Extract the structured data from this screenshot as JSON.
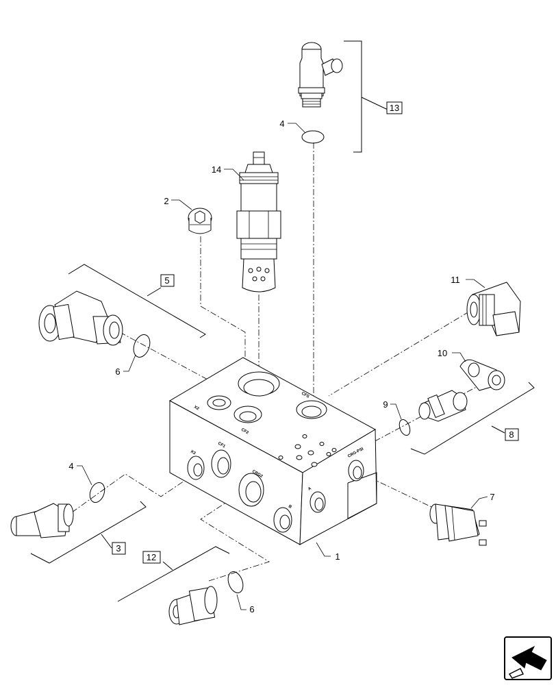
{
  "callouts": {
    "c1": "1",
    "c2": "2",
    "c3": "3",
    "c4a": "4",
    "c4b": "4",
    "c5": "5",
    "c6a": "6",
    "c6b": "6",
    "c7": "7",
    "c8": "8",
    "c9": "9",
    "c10": "10",
    "c11": "11",
    "c12": "12",
    "c13": "13",
    "c14": "14"
  },
  "ports": {
    "x2": "X2",
    "cf2": "CF2",
    "cfs": "CFS",
    "x3": "X3",
    "cf1": "CF1",
    "crg2": "CRG2",
    "crg_psi": "CRG-PSI",
    "a": "A",
    "b": "B"
  },
  "icons": {
    "nav": "previous-page-arrow-icon"
  }
}
